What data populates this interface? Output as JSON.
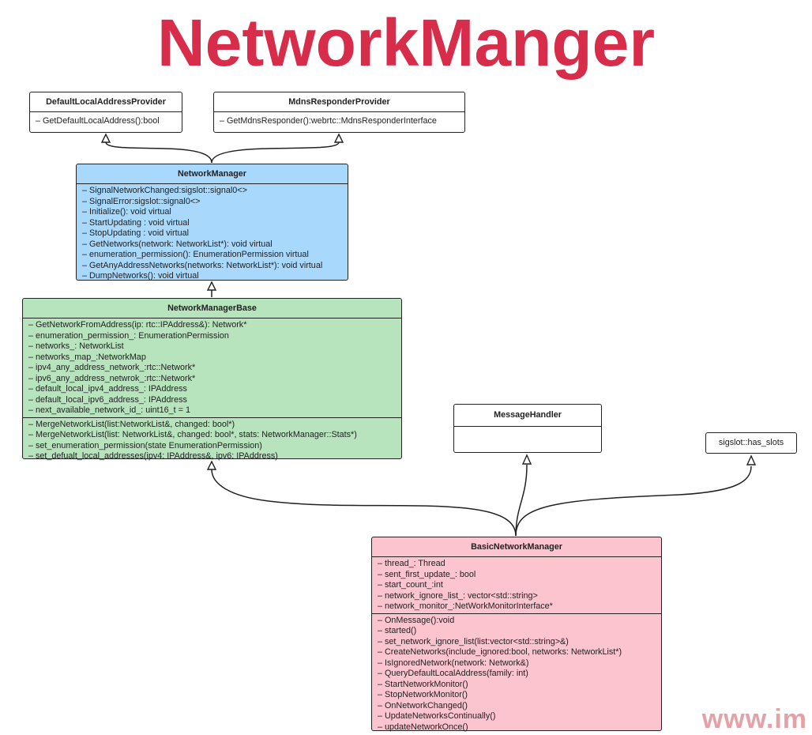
{
  "title": "NetworkManger",
  "watermark": "www.im",
  "classes": {
    "default_local": {
      "name": "DefaultLocalAddressProvider",
      "members": [
        "– GetDefaultLocalAddress():bool"
      ]
    },
    "mdns": {
      "name": "MdnsResponderProvider",
      "members": [
        "– GetMdnsResponder():webrtc::MdnsResponderInterface"
      ]
    },
    "network_manager": {
      "name": "NetworkManager",
      "members": [
        "– SignalNetworkChanged:sigslot::signal0<>",
        "– SignalError:sigslot::signal0<>",
        "– Initialize(): void virtual",
        "– StartUpdating : void virtual",
        "– StopUpdating : void virtual",
        "– GetNetworks(network: NetworkList*): void virtual",
        "– enumeration_permission(): EnumerationPermission virtual",
        "– GetAnyAddressNetworks(networks: NetworkList*): void virtual",
        "– DumpNetworks(): void virtual"
      ]
    },
    "network_manager_base": {
      "name": "NetworkManagerBase",
      "attributes": [
        "– GetNetworkFromAddress(ip: rtc::IPAddress&): Network*",
        "– enumeration_permission_: EnumerationPermission",
        "– networks_: NetworkList",
        "– networks_map_:NetworkMap",
        "– ipv4_any_address_network_:rtc::Network*",
        "– ipv6_any_address_netwrok_:rtc::Network*",
        "– default_local_ipv4_address_: IPAddress",
        "– default_local_ipv6_address_: IPAddress",
        "– next_available_network_id_: uint16_t = 1"
      ],
      "methods": [
        "– MergeNetworkList(list:NetworkList&, changed: bool*)",
        "– MergeNetworkList(list: NetworkList&, changed: bool*, stats: NetworkManager::Stats*)",
        "– set_enumeration_permission(state EnumerationPermission)",
        "– set_defualt_local_addresses(ipv4: IPAddress&, ipv6: IPAddress)"
      ]
    },
    "message_handler": {
      "name": "MessageHandler",
      "members": []
    },
    "has_slots": {
      "name": "sigslot::has_slots"
    },
    "basic_network_manager": {
      "name": "BasicNetworkManager",
      "attributes": [
        "– thread_: Thread",
        "– sent_first_update_: bool",
        "– start_count_:int",
        "– network_ignore_list_: vector<std::string>",
        "– network_monitor_:NetWorkMonitorInterface*"
      ],
      "methods": [
        "– OnMessage():void",
        "– started()",
        "– set_network_ignore_list(list:vector<std::string>&)",
        "– CreateNetworks(include_ignored:bool, networks: NetworkList*)",
        "– IsIgnoredNetwork(network: Network&)",
        "– QueryDefaultLocalAddress(family: int)",
        "– StartNetworkMonitor()",
        "– StopNetworkMonitor()",
        "– OnNetworkChanged()",
        "– UpdateNetworksContinually()",
        "– updateNetworkOnce()"
      ]
    }
  },
  "colors": {
    "title": "#d72d4a",
    "network_manager_fill": "#a8d8fb",
    "network_manager_base_fill": "#b7e3bd",
    "basic_network_manager_fill": "#fbc4cf",
    "plain_fill": "#ffffff"
  },
  "relationships": [
    {
      "from": "NetworkManager",
      "to": "DefaultLocalAddressProvider",
      "kind": "generalization"
    },
    {
      "from": "NetworkManager",
      "to": "MdnsResponderProvider",
      "kind": "generalization"
    },
    {
      "from": "NetworkManagerBase",
      "to": "NetworkManager",
      "kind": "generalization"
    },
    {
      "from": "BasicNetworkManager",
      "to": "NetworkManagerBase",
      "kind": "generalization"
    },
    {
      "from": "BasicNetworkManager",
      "to": "MessageHandler",
      "kind": "generalization"
    },
    {
      "from": "BasicNetworkManager",
      "to": "sigslot::has_slots",
      "kind": "generalization"
    }
  ]
}
